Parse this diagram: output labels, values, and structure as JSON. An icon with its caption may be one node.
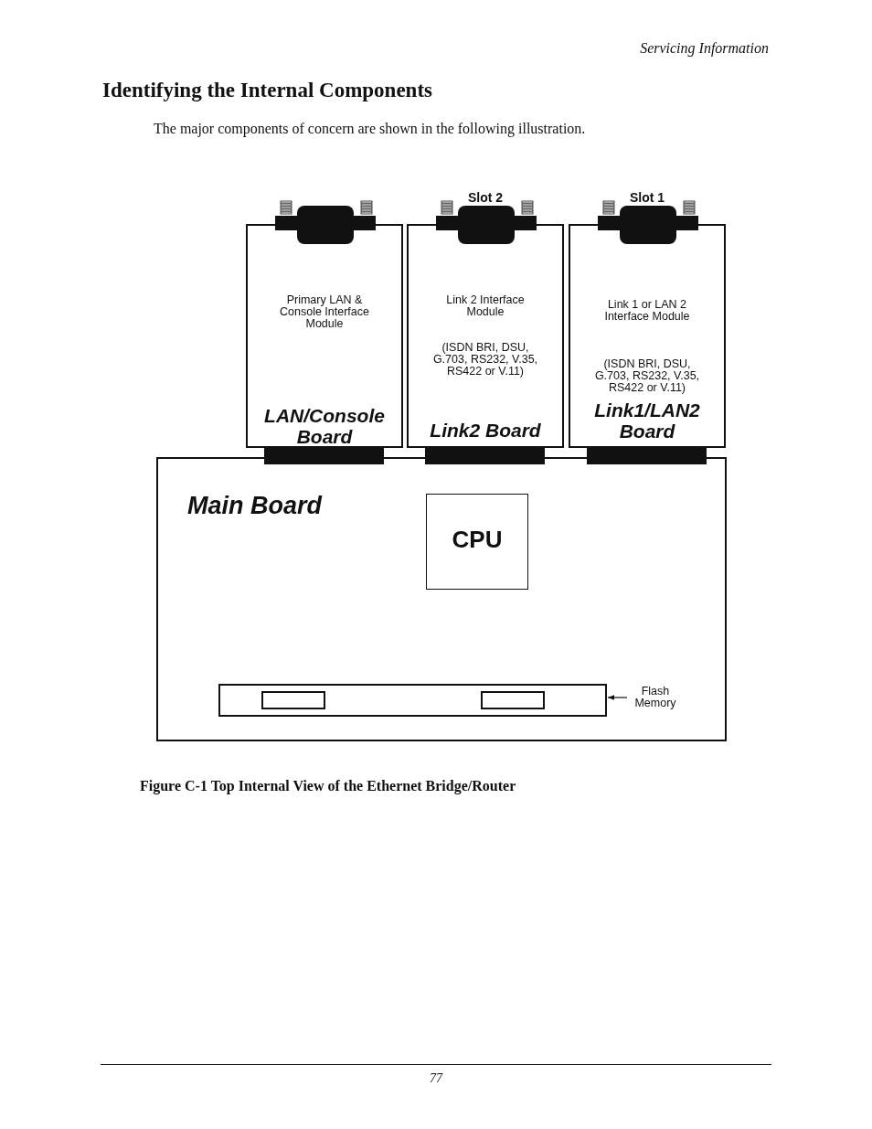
{
  "diagram": {
    "title": "Identifying the Internal Components",
    "caption": "Figure C-1 Top Internal View of the Ethernet Bridge/Router",
    "nodes": [
      {
        "text": [
          "Primary LAN & Console Interface Module",
          "LAN/Console Board"
        ]
      },
      {
        "text": [
          "Link 2 Interface Module",
          "(ISDN BRI, DSU, G.703, RS232, V.35, RS422 or V.11)",
          "Link2 Board"
        ],
        "beside": [
          "Slot 2"
        ]
      },
      {
        "text": [
          "Link 1 or LAN 2 Interface Module",
          "(ISDN BRI, DSU, G.703, RS232, V.35, RS422 or V.11)",
          "Link1/LAN2 Board"
        ],
        "beside": [
          "Slot 1"
        ]
      },
      {
        "text": [
          "Main Board"
        ]
      },
      {
        "text": [
          "CPU"
        ],
        "in": 3
      },
      {
        "text": [],
        "shape": "box",
        "in": 3
      },
      {
        "text": [
          "Flash Memory"
        ],
        "in": 3
      },
      {
        "text": [],
        "shape": "bar"
      },
      {
        "text": [],
        "shape": "bar"
      },
      {
        "text": [],
        "shape": "bar"
      }
    ],
    "edges": [
      {
        "from": 6,
        "to": 5,
        "arrow": "to"
      }
    ],
    "labels": [
      "Servicing Information",
      "The major components of concern are shown in the following illustration.",
      "77"
    ]
  }
}
